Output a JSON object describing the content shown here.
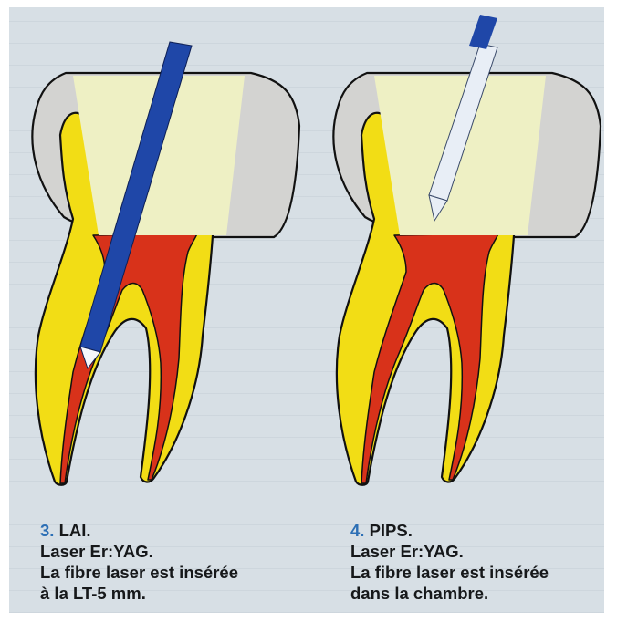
{
  "figure": {
    "panels": [
      {
        "number": "3.",
        "title": "LAI.",
        "line2": "Laser Er:YAG.",
        "line3": "La fibre laser est insérée",
        "line4": "à la LT-5 mm.",
        "fibre_position": "LT-5 mm"
      },
      {
        "number": "4.",
        "title": "PIPS.",
        "line2": "Laser Er:YAG.",
        "line3": "La fibre laser est insérée",
        "line4": "dans la chambre.",
        "fibre_position": "chambre"
      }
    ],
    "colors": {
      "dentin": "#f2dd15",
      "pulp": "#d8321a",
      "crown": "#d3d3d1",
      "access_cavity": "#eef0c4",
      "fibre_lai": "#1f47a8",
      "fibre_pips": "#e8eef6",
      "caption_number": "#2c6fb5",
      "caption_text": "#16181a"
    }
  }
}
